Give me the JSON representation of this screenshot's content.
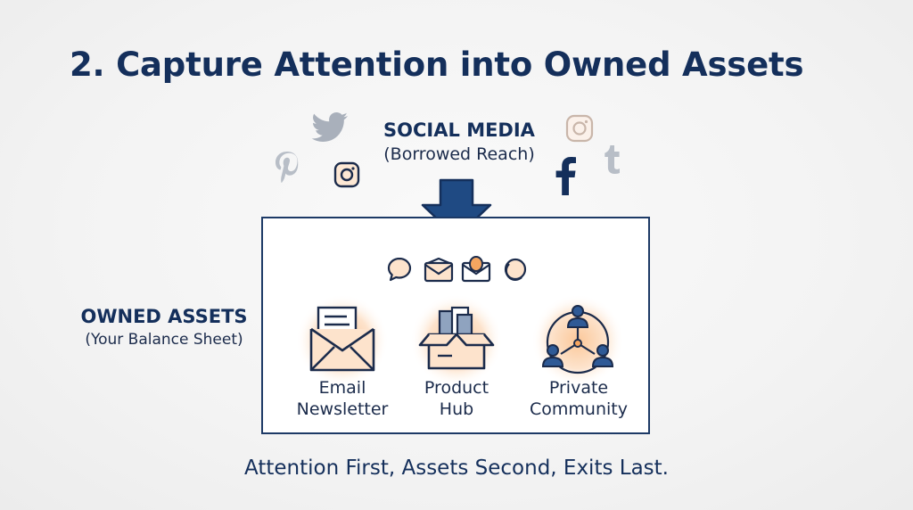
{
  "title": "2. Capture Attention into Owned Assets",
  "social": {
    "heading": "SOCIAL MEDIA",
    "subheading": "(Borrowed Reach)",
    "icons": [
      "twitter-icon",
      "pinterest-icon",
      "instagram-icon",
      "instagram-icon",
      "facebook-icon",
      "tumblr-icon"
    ]
  },
  "owned": {
    "heading": "OWNED ASSETS",
    "subheading": "(Your Balance Sheet)",
    "channel_icons": [
      "chat-bubble-icon",
      "envelope-icon",
      "mail-badge-icon",
      "refresh-circle-icon"
    ],
    "assets": [
      {
        "line1": "Email",
        "line2": "Newsletter",
        "icon": "envelope-letter-icon"
      },
      {
        "line1": "Product",
        "line2": "Hub",
        "icon": "product-box-icon"
      },
      {
        "line1": "Private",
        "line2": "Community",
        "icon": "community-network-icon"
      }
    ]
  },
  "tagline": "Attention First, Assets Second, Exits Last.",
  "colors": {
    "navy": "#142f5b",
    "orange": "#f5a560",
    "orange_fill": "#fde3cc",
    "background": "#f3f3f3"
  }
}
